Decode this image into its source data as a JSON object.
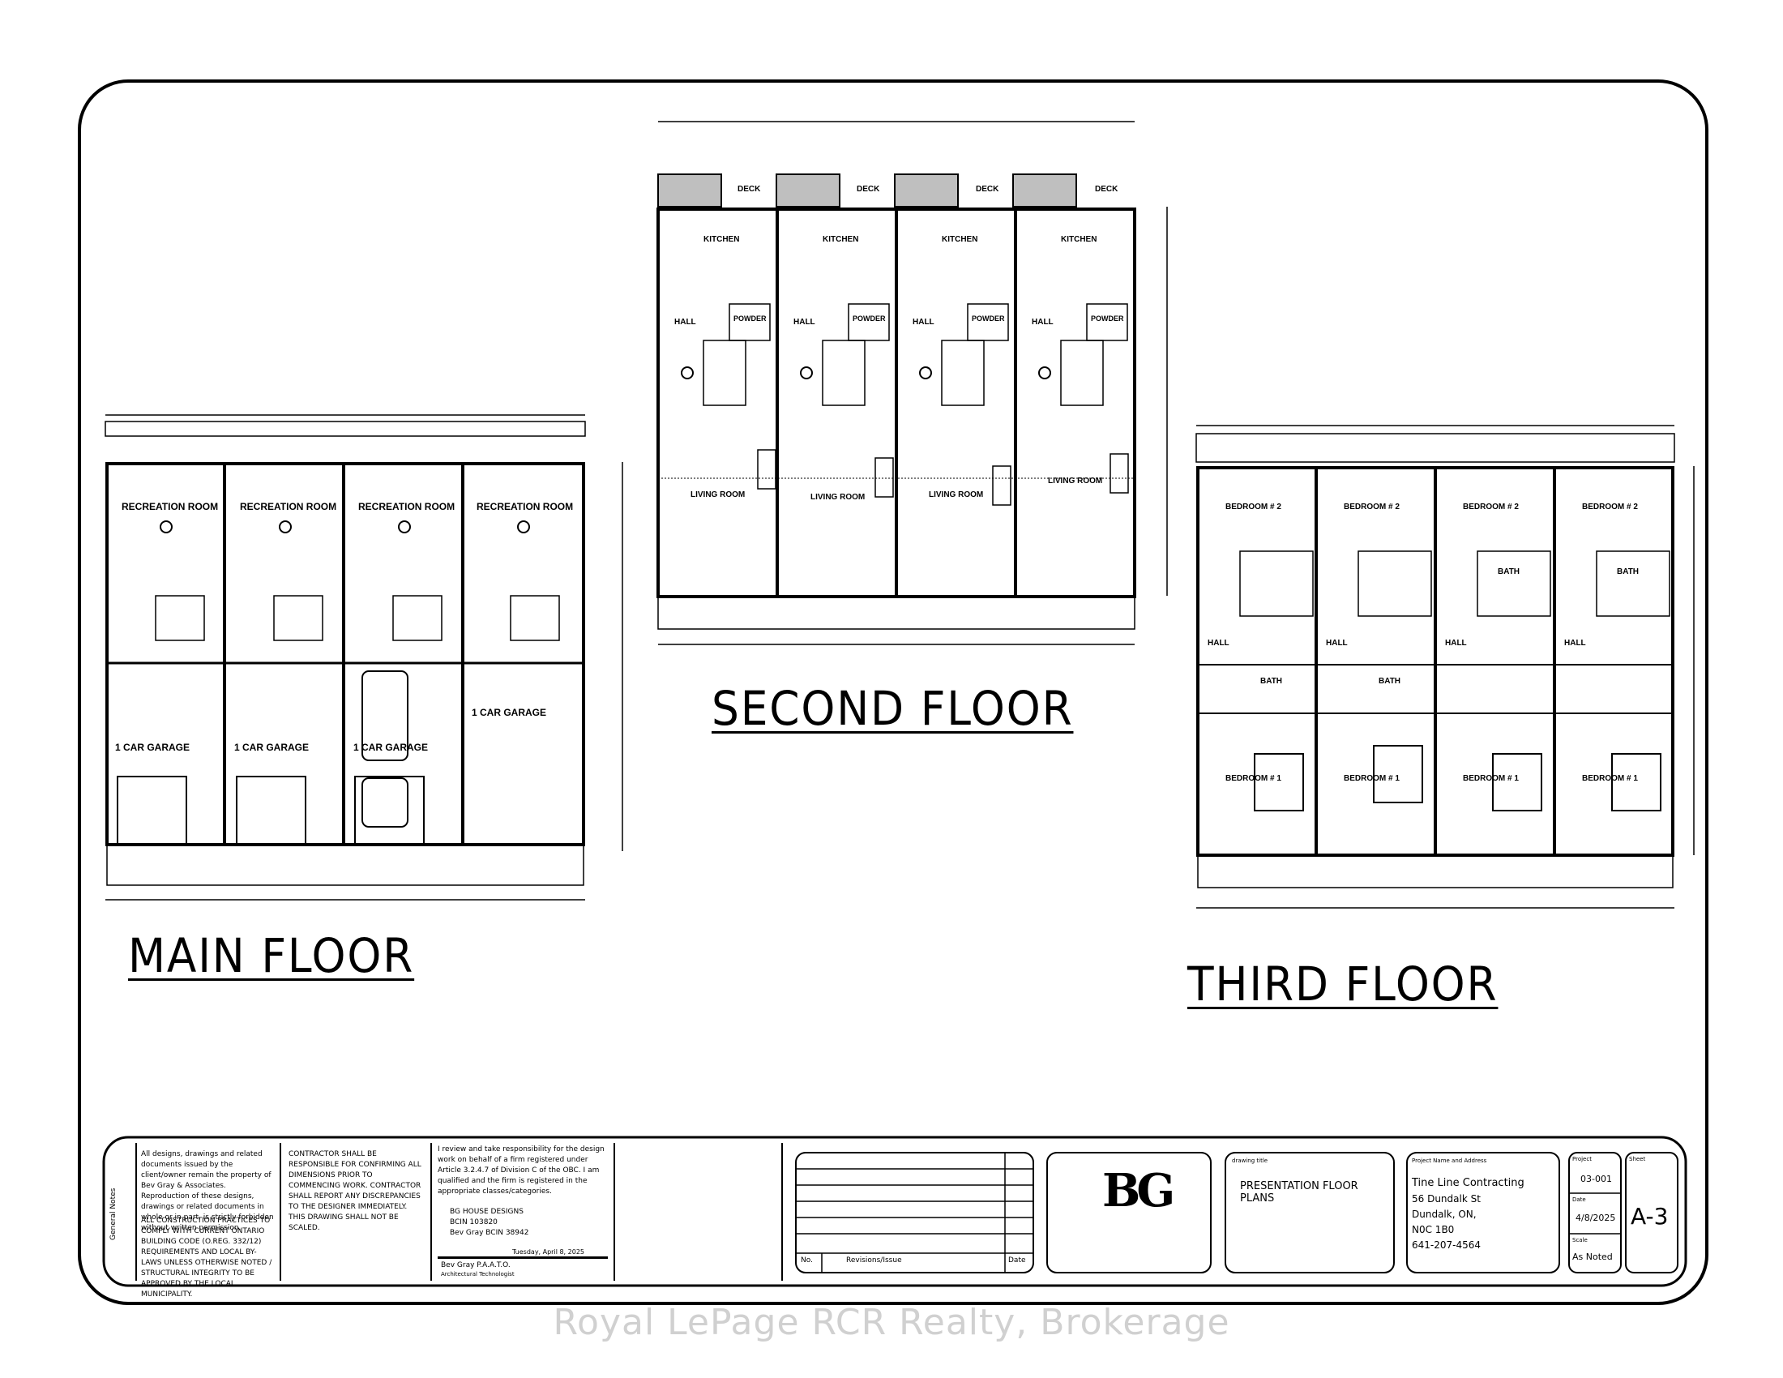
{
  "floors": {
    "main": {
      "title": "MAIN FLOOR",
      "units": [
        {
          "top": "RECREATION ROOM",
          "garage": "1 CAR GARAGE"
        },
        {
          "top": "RECREATION ROOM",
          "garage": "1 CAR GARAGE"
        },
        {
          "top": "RECREATION ROOM",
          "garage": "1 CAR GARAGE"
        },
        {
          "top": "RECREATION ROOM",
          "garage": "1 CAR GARAGE"
        }
      ]
    },
    "second": {
      "title": "SECOND FLOOR",
      "units": [
        {
          "kitchen": "KITCHEN",
          "hall": "HALL",
          "powder": "POWDER",
          "living": "LIVING ROOM",
          "deck": "DECK"
        },
        {
          "kitchen": "KITCHEN",
          "hall": "HALL",
          "powder": "POWDER",
          "living": "LIVING ROOM",
          "deck": "DECK"
        },
        {
          "kitchen": "KITCHEN",
          "hall": "HALL",
          "powder": "POWDER",
          "living": "LIVING ROOM",
          "deck": "DECK"
        },
        {
          "kitchen": "KITCHEN",
          "hall": "HALL",
          "powder": "POWDER",
          "living": "LIVING ROOM",
          "deck": "DECK"
        }
      ]
    },
    "third": {
      "title": "THIRD FLOOR",
      "units": [
        {
          "bed2": "BEDROOM # 2",
          "bath": "BATH",
          "hall": "HALL",
          "bed1": "BEDROOM # 1"
        },
        {
          "bed2": "BEDROOM # 2",
          "bath": "BATH",
          "hall": "HALL",
          "bed1": "BEDROOM # 1"
        },
        {
          "bed2": "BEDROOM # 2",
          "bath": "BATH",
          "hall": "HALL",
          "bed1": "BEDROOM # 1"
        },
        {
          "bed2": "BEDROOM # 2",
          "bath": "BATH",
          "hall": "HALL",
          "bed1": "BEDROOM # 1"
        }
      ]
    }
  },
  "title_block": {
    "side_label": "General Notes",
    "note1": "All designs, drawings and related documents issued by the client/owner remain the property of Bev Gray & Associates. Reproduction of these designs, drawings or related documents in whole or in part, is strictly forbidden without written permission.",
    "note2": "ALL CONSTRUCTION PRACTICES TO COMPLY WITH CURRENT ONTARIO BUILDING CODE (O.REG. 332/12) REQUIREMENTS AND LOCAL BY-LAWS UNLESS OTHERWISE NOTED / STRUCTURAL INTEGRITY TO BE APPROVED BY THE LOCAL MUNICIPALITY.",
    "contractor_note": "CONTRACTOR SHALL BE RESPONSIBLE FOR CONFIRMING ALL DIMENSIONS PRIOR TO COMMENCING WORK. CONTRACTOR SHALL REPORT ANY DISCREPANCIES TO THE DESIGNER IMMEDIATELY. THIS DRAWING SHALL NOT BE SCALED.",
    "responsibility": "I review and take responsibility for the design work on behalf of a firm registered under Article 3.2.4.7 of Division C of the OBC. I am qualified and the firm is registered in the appropriate classes/categories.",
    "firm_name": "BG HOUSE DESIGNS",
    "bcin_firm": "BCIN 103820",
    "bcin_person": "Bev Gray BCIN 38942",
    "sign_date": "Tuesday, April 8, 2025",
    "signer": "Bev Gray P.A.A.T.O.",
    "signer_title": "Architectural Technologist",
    "rev_no": "No.",
    "rev_issue": "Revisions/Issue",
    "rev_date": "Date",
    "logo": "BG",
    "drawing_title_label": "drawing title",
    "drawing_title": "PRESENTATION FLOOR PLANS",
    "project_label": "Project Name and Address",
    "project_line1": "Tine Line Contracting",
    "project_line2": "56 Dundalk St",
    "project_line3": "Dundalk, ON,",
    "project_line4": "N0C 1B0",
    "project_line5": "641-207-4564",
    "project_no_label": "Project",
    "project_no": "03-001",
    "date_label": "Date",
    "date": "4/8/2025",
    "scale_label": "Scale",
    "scale": "As Noted",
    "sheet_label": "Sheet",
    "sheet": "A-3"
  },
  "watermark": "Royal LePage RCR Realty, Brokerage"
}
